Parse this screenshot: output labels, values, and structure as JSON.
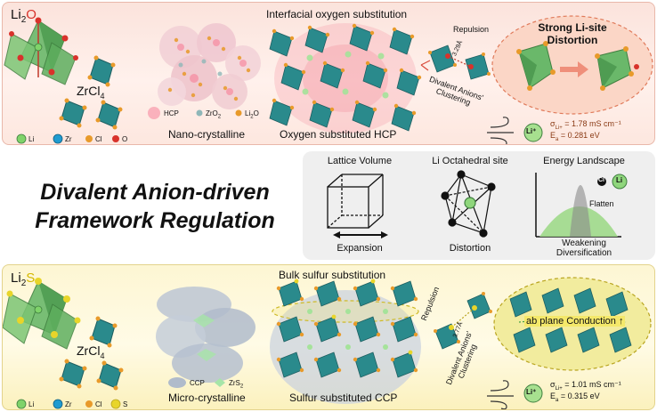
{
  "title": {
    "line1": "Divalent Anion-driven",
    "line2": "Framework Regulation"
  },
  "top": {
    "compound_prefix": "Li",
    "compound_sub": "2",
    "compound_anion": "O",
    "precursor_main": "ZrCl",
    "precursor_sub": "4",
    "legend_atoms": [
      "Li",
      "Zr",
      "Cl",
      "O"
    ],
    "legend_phases": [
      "HCP",
      "ZrO",
      "Li"
    ],
    "zro_sub": "2",
    "li2o_sub": "2",
    "li2o_tail": "O",
    "morphology_label": "Nano-crystalline",
    "substitution_label": "Interfacial oxygen substitution",
    "structure_label": "Oxygen substituted HCP",
    "repulsion_label": "Repulsion",
    "distance_label": "3.29Å",
    "clustering_line1": "Divalent Anions'",
    "clustering_line2": "Clustering",
    "distortion_line1": "Strong Li-site",
    "distortion_line2": "Distortion",
    "ion_label": "Li⁺",
    "sigma_symbol": "σ",
    "sigma_sub": "Li+",
    "sigma_value": " = 1.78 mS cm⁻¹",
    "ea_symbol": "E",
    "ea_sub": "a",
    "ea_value": " = 0.281 eV"
  },
  "middle": {
    "lattice_title": "Lattice Volume",
    "lattice_caption": "Expansion",
    "octa_title": "Li Octahedral site",
    "octa_caption": "Distortion",
    "energy_title": "Energy Landscape",
    "energy_flatten": "Flatten",
    "energy_caption1": "Weakening",
    "energy_caption2": "Diversification",
    "pair_cl": "Cl",
    "pair_li": "Li"
  },
  "bottom": {
    "compound_prefix": "Li",
    "compound_sub": "2",
    "compound_anion": "S",
    "precursor_main": "ZrCl",
    "precursor_sub": "4",
    "legend_atoms": [
      "Li",
      "Zr",
      "Cl",
      "S"
    ],
    "legend_phases": [
      "CCP",
      "ZrS"
    ],
    "zrs_sub": "2",
    "morphology_label": "Micro-crystalline",
    "substitution_label": "Bulk sulfur substitution",
    "structure_label": "Sulfur substituted CCP",
    "repulsion_label": "Repulsion",
    "distance_label": "3.77Å",
    "clustering_line1": "Divalent Anions'",
    "clustering_line2": "Clustering",
    "conduction_label": "ab plane Conduction ↑",
    "ion_label": "Li⁺",
    "sigma_symbol": "σ",
    "sigma_sub": "Li+",
    "sigma_value": " = 1.01 mS cm⁻¹",
    "ea_symbol": "E",
    "ea_sub": "a",
    "ea_value": " = 0.315 eV"
  },
  "colors": {
    "li": "#7fd36a",
    "zr": "#1f9bd0",
    "cl": "#e89a2a",
    "o": "#d8322b",
    "s": "#e8d52a",
    "octa_teal": "#2a8a8c",
    "octa_green": "#6ab86a",
    "text_brown": "#8a3a14"
  }
}
